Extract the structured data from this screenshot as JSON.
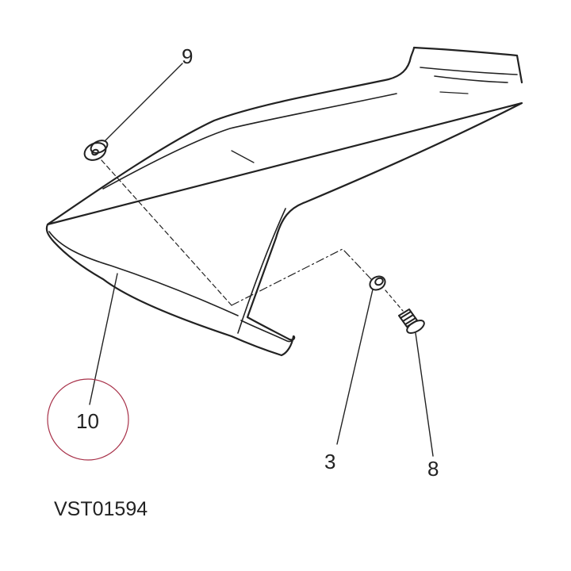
{
  "callouts": {
    "part_9": "9",
    "part_10": "10",
    "part_3": "3",
    "part_8": "8"
  },
  "drawing_code": "VST01594",
  "colors": {
    "line": "#222222",
    "highlight_circle": "#a8324a"
  }
}
